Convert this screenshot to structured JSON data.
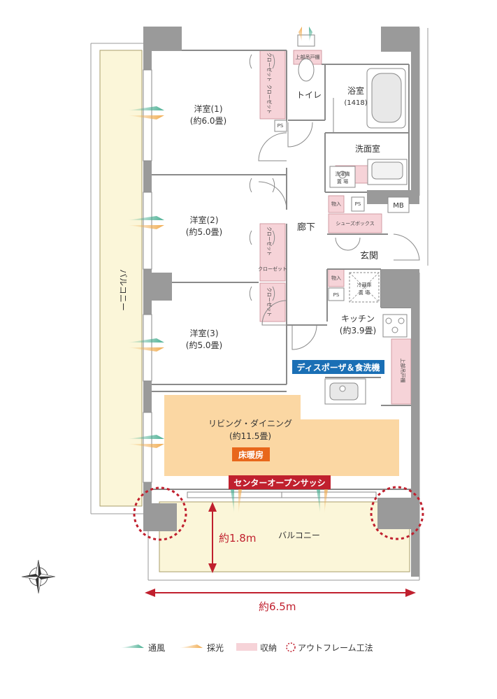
{
  "rooms": {
    "bed1": {
      "name": "洋室(1)",
      "size": "(約6.0畳)"
    },
    "bed2": {
      "name": "洋室(2)",
      "size": "(約5.0畳)"
    },
    "bed3": {
      "name": "洋室(3)",
      "size": "(約5.0畳)"
    },
    "living": {
      "name": "リビング・ダイニング",
      "size": "(約11.5畳)"
    },
    "kitchen": {
      "name": "キッチン",
      "size": "(約3.9畳)"
    },
    "toilet": "トイレ",
    "bath": {
      "name": "浴室",
      "size": "(1418)"
    },
    "washroom": "洗面室",
    "hallway": "廊下",
    "entrance": "玄関",
    "mb": "MB"
  },
  "small_labels": {
    "closet": "クローゼット",
    "closet_short": "クローゼット",
    "ps": "PS",
    "storage": "物入",
    "shoebox": "シューズボックス",
    "washer": [
      "洗濯機",
      "置 場"
    ],
    "fridge": [
      "冷蔵庫",
      "置 場"
    ],
    "upper_cabinet": "上部吊戸棚",
    "toilet_upper": "上部吊戸棚"
  },
  "balcony": {
    "west": "バルコニー",
    "south": "バルコニー"
  },
  "badges": {
    "disposer": "ディスポーザ＆食洗機",
    "floor_heating": "床暖房",
    "center_sash": "センターオープンサッシ"
  },
  "dimensions": {
    "depth": "約1.8m",
    "width": "約6.5m"
  },
  "legend": [
    {
      "label": "通風",
      "icon": "ventilation-icon"
    },
    {
      "label": "採光",
      "icon": "daylight-icon"
    },
    {
      "label": "収納",
      "icon": "storage-swatch-icon"
    },
    {
      "label": "アウトフレーム工法",
      "icon": "outframe-circle-icon"
    }
  ],
  "colors": {
    "balcony": "#fbf6d9",
    "living_floor": "#fbd7a3",
    "storage": "#f6d3d8",
    "wall": "#9a9a9a",
    "accent_red": "#c0202e",
    "badge_blue": "#1a6fb5",
    "badge_orange": "#e8671b",
    "wind": "#3aa889",
    "light": "#f0a94a"
  }
}
